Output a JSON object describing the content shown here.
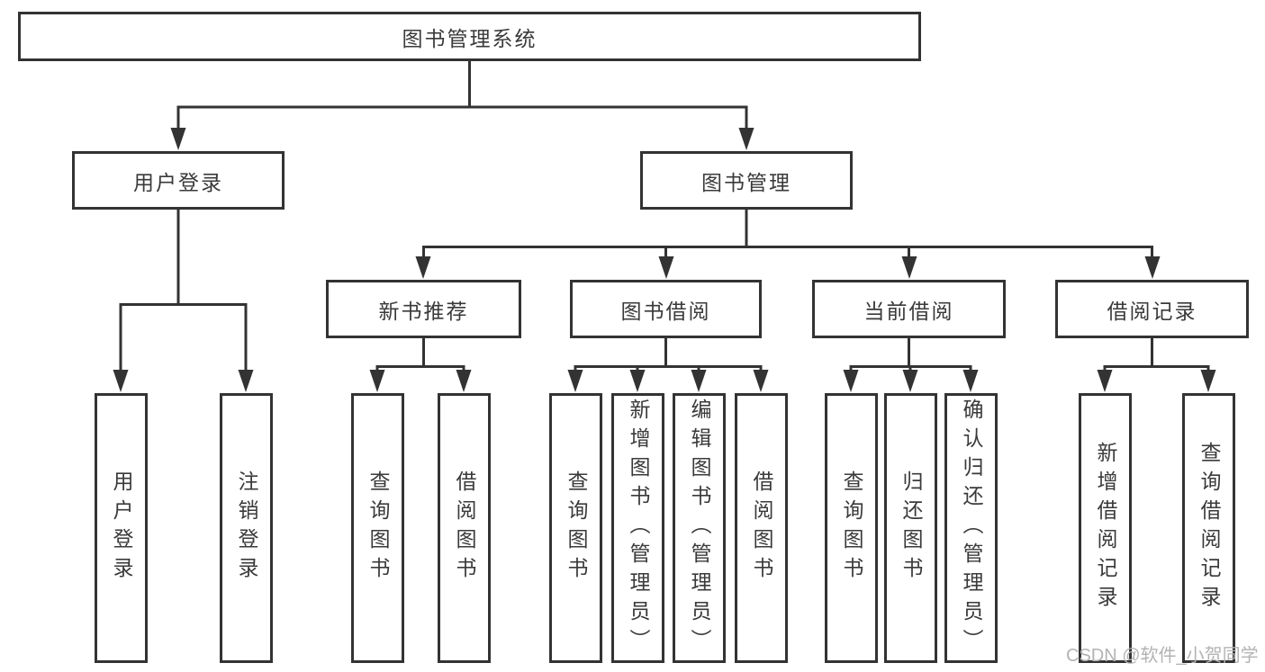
{
  "watermark": "CSDN @软件_小贺同学",
  "colors": {
    "line": "#333333",
    "box_border": "#333333",
    "text": "#3a3a3a",
    "watermark": "#b3b3b3",
    "background": "#ffffff"
  },
  "tree": {
    "root": "图书管理系统",
    "children": [
      {
        "label": "用户登录",
        "leaves": [
          "用户登录",
          "注销登录"
        ]
      },
      {
        "label": "图书管理",
        "children": [
          {
            "label": "新书推荐",
            "leaves": [
              "查询图书",
              "借阅图书"
            ]
          },
          {
            "label": "图书借阅",
            "leaves": [
              "查询图书",
              "新增图书（管理员）",
              "编辑图书（管理员）",
              "借阅图书"
            ]
          },
          {
            "label": "当前借阅",
            "leaves": [
              "查询图书",
              "归还图书",
              "确认归还（管理员）"
            ]
          },
          {
            "label": "借阅记录",
            "leaves": [
              "新增借阅记录",
              "查询借阅记录"
            ]
          }
        ]
      }
    ]
  }
}
